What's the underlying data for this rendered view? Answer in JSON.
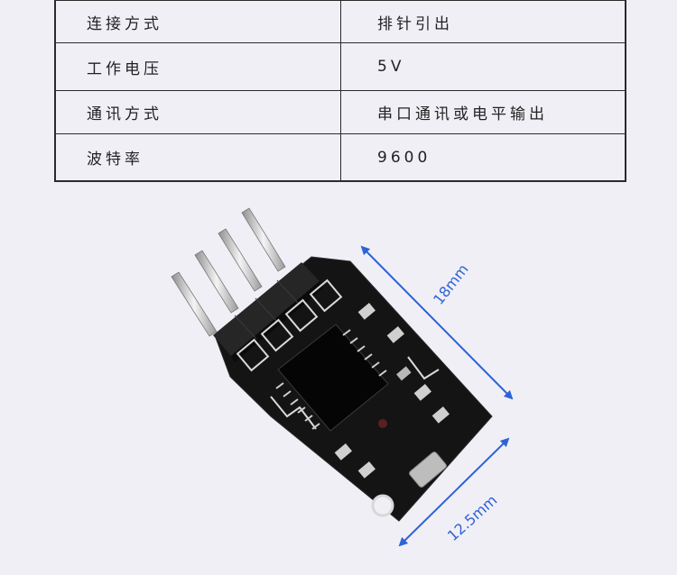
{
  "specs": [
    {
      "key": "连接方式",
      "value": "排针引出"
    },
    {
      "key": "工作电压",
      "value": "5V"
    },
    {
      "key": "通讯方式",
      "value": "串口通讯或电平输出"
    },
    {
      "key": "波特率",
      "value": "9600"
    }
  ],
  "dimensions": {
    "length": "18mm",
    "width": "12.5mm"
  },
  "colors": {
    "background": "#f1eff6",
    "dimension_arrow": "#2e63d6",
    "pcb": "#141414"
  }
}
